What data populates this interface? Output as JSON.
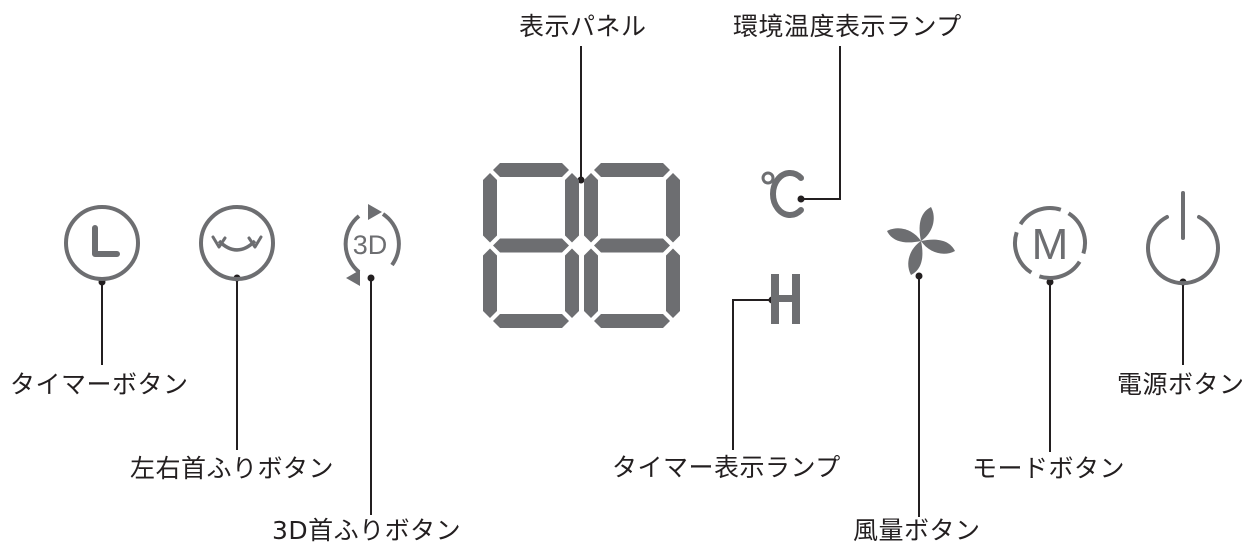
{
  "display": {
    "digits": "88",
    "temp_symbol": "℃",
    "timer_symbol": "H"
  },
  "buttons": {
    "timer": {
      "icon": "clock-icon",
      "label": "タイマーボタン"
    },
    "swing_lr": {
      "icon": "swing-icon",
      "label": "左右首ふりボタン"
    },
    "swing_3d": {
      "icon": "3d-rotate-icon",
      "icon_text": "3D",
      "label": "3D首ふりボタン"
    },
    "fan": {
      "icon": "fan-icon",
      "label": "風量ボタン"
    },
    "mode": {
      "icon": "mode-m-icon",
      "icon_text": "M",
      "label": "モードボタン"
    },
    "power": {
      "icon": "power-icon",
      "label": "電源ボタン"
    }
  },
  "labels": {
    "display_panel": "表示パネル",
    "temp_lamp": "環境温度表示ランプ",
    "timer_lamp": "タイマー表示ランプ"
  },
  "colors": {
    "icon": "#6d6e71",
    "leader": "#231f20",
    "text": "#231f20"
  }
}
